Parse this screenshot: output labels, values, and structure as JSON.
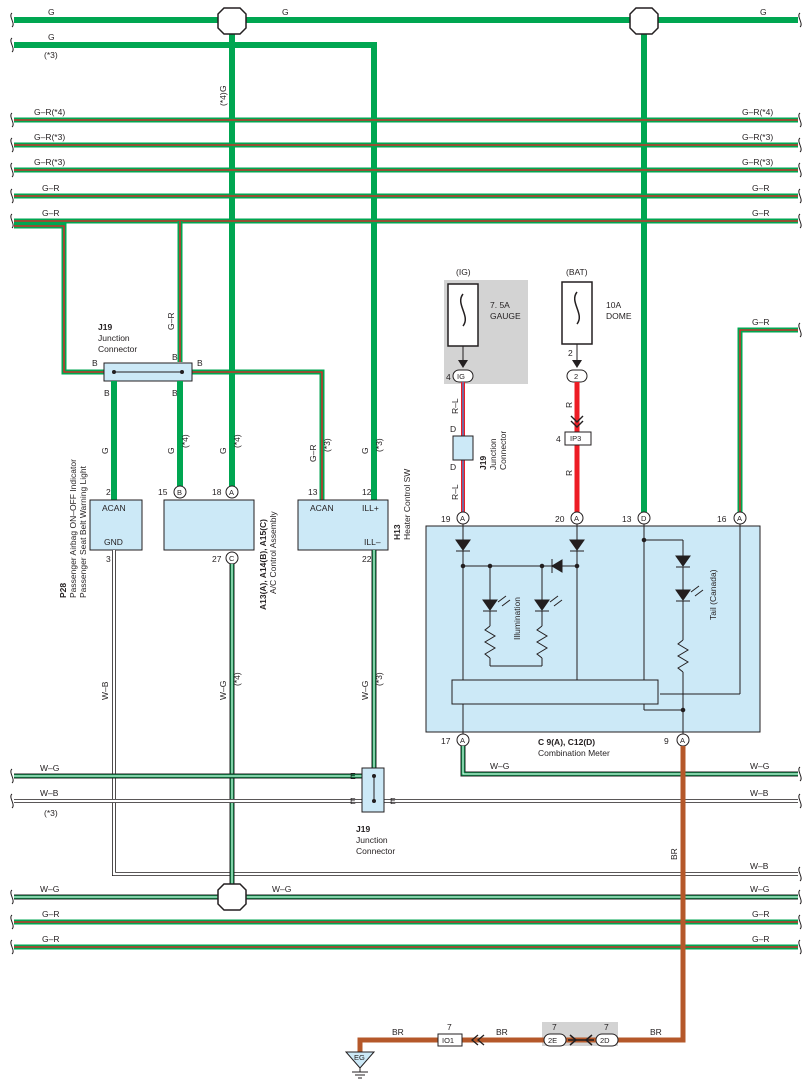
{
  "colors": {
    "green": "#00a651",
    "red": "#ed1c24",
    "brown": "#b5582a",
    "blue": "#4f7fc0",
    "component_fill": "#cce9f7",
    "shade": "#d3d3d3"
  },
  "bus_labels": {
    "g_top": "G",
    "g_mid": "G",
    "g_second": "G",
    "star3": "(*3)",
    "star4": "(*4)",
    "gr_star4": "G–R(*4)",
    "gr_star3": "G–R(*3)",
    "gr": "G–R",
    "wg": "W–G",
    "wb": "W–B",
    "br": "BR"
  },
  "j19_top": {
    "id": "J19",
    "name_line1": "Junction",
    "name_line2": "Connector",
    "pin_b": "B"
  },
  "j19_mid": {
    "id": "J19",
    "name_line1": "Junction",
    "name_line2": "Connector",
    "pin_d": "D"
  },
  "j19_bottom": {
    "id": "J19",
    "name_line1": "Junction",
    "name_line2": "Connector",
    "pin_e": "E"
  },
  "p28": {
    "id": "P28",
    "name_line1": "Passenger Airbag ON–OFF Indicator",
    "name_line2": "Passenger Seat Belt Warning Light",
    "term_acan": "ACAN",
    "term_gnd": "GND",
    "pin_2": "2",
    "pin_3": "3",
    "wire_g": "G",
    "wire_wb": "W–B"
  },
  "ac": {
    "id": "A13(A), A14(B), A15(C)",
    "name": "A/C Control Assembly",
    "pin_15": "15",
    "pin_18": "18",
    "pin_27": "27",
    "conn_b": "B",
    "conn_a": "A",
    "conn_c": "C",
    "wire_g": "G",
    "wire_star4": "(*4)",
    "wire_gr": "G–R",
    "wire_wg": "W–G"
  },
  "h13": {
    "id": "H13",
    "name": "Heater Control SW",
    "term_acan": "ACAN",
    "term_illp": "ILL+",
    "term_illm": "ILL–",
    "pin_13": "13",
    "pin_12": "12",
    "pin_22": "22",
    "wire_gr": "G–R",
    "wire_g": "G",
    "wire_wg": "W–G",
    "wire_star3": "(*3)"
  },
  "fuse_gauge": {
    "supply": "(IG)",
    "rating": "7. 5A",
    "name": "GAUGE",
    "pin": "4",
    "conn": "IG",
    "wire": "R–L"
  },
  "fuse_dome": {
    "supply": "(BAT)",
    "rating": "10A",
    "name": "DOME",
    "pin": "2",
    "conn": "2",
    "wire": "R",
    "ip3_pin": "4",
    "ip3": "IP3"
  },
  "meter": {
    "id": "C 9(A), C12(D)",
    "name": "Combination Meter",
    "pin_19": "19",
    "pin_20": "20",
    "pin_13": "13",
    "pin_16": "16",
    "pin_17": "17",
    "pin_9": "9",
    "conn_a": "A",
    "conn_d": "D",
    "illumination": "Illumination",
    "tail": "Tail (Canada)"
  },
  "ground": {
    "pin_io1": "7",
    "io1": "IO1",
    "pin_2e": "7",
    "c2e": "2E",
    "pin_2d": "7",
    "c2d": "2D",
    "eg": "EG",
    "wire": "BR"
  }
}
